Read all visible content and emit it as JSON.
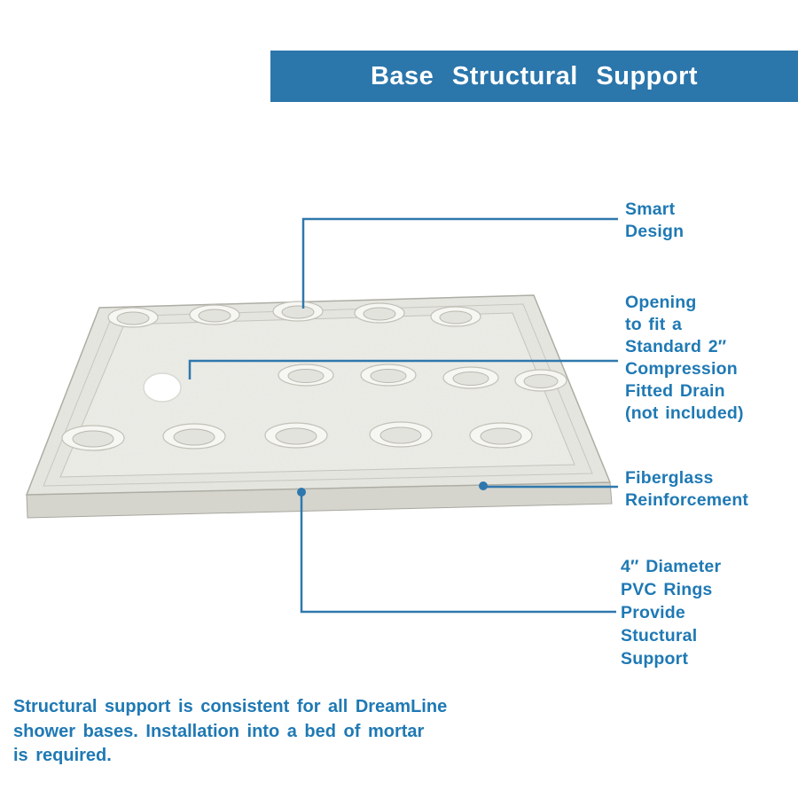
{
  "header": {
    "title": "Base Structural Support"
  },
  "callouts": [
    {
      "name": "smart-design",
      "lines": [
        "Smart",
        "Design"
      ]
    },
    {
      "name": "drain-opening",
      "lines": [
        "Opening",
        "to fit a",
        "Standard 2″",
        "Compression",
        "Fitted Drain",
        "(not included)"
      ]
    },
    {
      "name": "fiberglass-reinforcement",
      "lines": [
        "Fiberglass",
        "Reinforcement"
      ]
    },
    {
      "name": "pvc-rings",
      "lines": [
        "4″ Diameter",
        "PVC Rings",
        "Provide",
        "Stuctural",
        "Support"
      ]
    }
  ],
  "footer": {
    "lines": [
      "Structural support is consistent for all DreamLine",
      "shower bases. Installation into a bed of mortar",
      "is required."
    ]
  },
  "colors": {
    "accent_blue": "#1F79B4",
    "banner_blue": "#2B76AB",
    "line_blue": "#2F78AD"
  }
}
